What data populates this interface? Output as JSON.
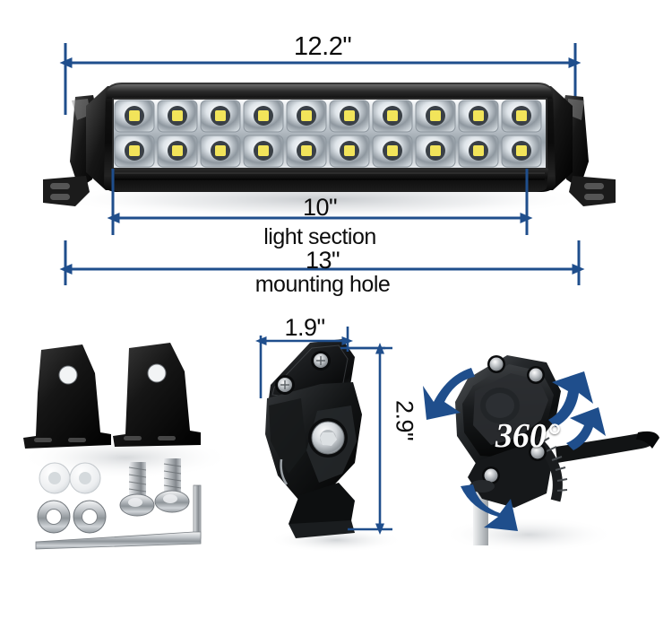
{
  "diagram": {
    "title": "LED light bar dimension and mounting diagram",
    "accent_color": "#1f4e8c",
    "text_color": "#0d0d0d",
    "background_color": "#ffffff"
  },
  "dimensions": {
    "overall_length": {
      "value": "12.2\"",
      "caption": "",
      "name": "overall-length"
    },
    "light_section": {
      "value": "10\"",
      "caption": "light section",
      "name": "light-section"
    },
    "mounting_hole": {
      "value": "13\"",
      "caption": "mounting hole",
      "name": "mounting-hole"
    },
    "bracket_width": {
      "value": "1.9\"",
      "caption": "",
      "name": "bracket-width"
    },
    "bracket_height": {
      "value": "2.9\"",
      "caption": "",
      "name": "bracket-height"
    }
  },
  "rotation": {
    "label": "360°",
    "name": "rotation-angle"
  },
  "light_bar": {
    "led_rows": 2,
    "leds_per_row": 10,
    "total_leds": 20,
    "housing_color": "#171717",
    "lens_color": "#d8dde2",
    "led_chip_color": "#f2e45a"
  },
  "hardware": {
    "brackets": 2,
    "nuts": 2,
    "washers": 2,
    "bolts": 2,
    "allen_keys": 1
  }
}
